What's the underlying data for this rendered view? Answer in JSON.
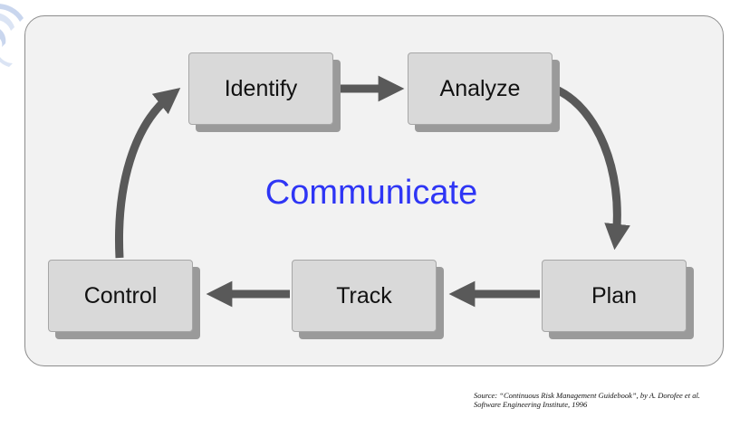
{
  "diagram": {
    "center_label": "Communicate",
    "center_color": "#2e35f5",
    "arrow_color": "#595959",
    "nodes": {
      "identify": "Identify",
      "analyze": "Analyze",
      "plan": "Plan",
      "track": "Track",
      "control": "Control"
    },
    "edges": [
      {
        "from": "Identify",
        "to": "Analyze"
      },
      {
        "from": "Analyze",
        "to": "Plan"
      },
      {
        "from": "Plan",
        "to": "Track"
      },
      {
        "from": "Track",
        "to": "Control"
      },
      {
        "from": "Control",
        "to": "Identify"
      }
    ]
  },
  "source": {
    "line1": "Source:  “Continuous Risk Management Guidebook”, by A. Dorofee et al.",
    "line2": "Software Engineering Institute, 1996"
  },
  "seal_icon": "university-seal-icon"
}
